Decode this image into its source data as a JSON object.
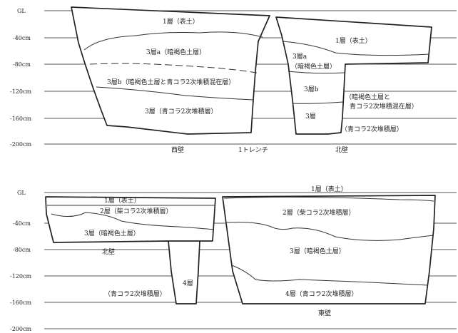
{
  "top_section": {
    "depth_labels": [
      "GL",
      "-40cm",
      "-80cm",
      "-120cm",
      "-160cm",
      "-200cm"
    ],
    "west_wall": {
      "layer1": "1層（表土）",
      "layer3a": "3層a（暗褐色土層）",
      "layer3b": "3層b（暗褐色土層と青コラ2次堆積混在層）",
      "layer3": "3層（青コラ2次堆積層）"
    },
    "north_wall": {
      "layer1": "1層（表土）",
      "layer3a_line1": "3層a",
      "layer3a_line2": "（暗褐色土層）",
      "layer3b": "3層b",
      "layer3b_note_line1": "（暗褐色土層と",
      "layer3b_note_line2": "青コラ2次堆積混在層）",
      "layer3": "3層",
      "layer3_note": "（青コラ2次堆積層）"
    },
    "captions": {
      "west": "西壁",
      "trench": "1トレンチ",
      "north": "北壁"
    }
  },
  "bottom_section": {
    "depth_labels": [
      "GL",
      "-40cm",
      "-80cm",
      "-120cm",
      "-160cm",
      "-200cm"
    ],
    "north_wall": {
      "layer1": "1層（表土）",
      "layer2": "2層（柴コラ2次堆積層）",
      "layer3": "3層（暗褐色土層）",
      "caption": "北壁",
      "layer4": "4層",
      "layer4_note": "（青コラ2次堆積層）"
    },
    "east_wall": {
      "layer1": "1層（表土）",
      "layer2": "2層（柴コラ2次堆積層）",
      "layer3": "3層（暗褐色土層）",
      "layer4": "4層（青コラ2次堆積層）",
      "caption": "東壁"
    }
  }
}
